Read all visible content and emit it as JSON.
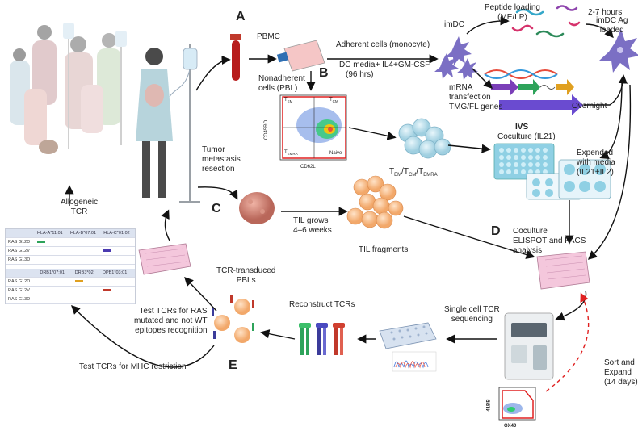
{
  "letters": {
    "A": "A",
    "B": "B",
    "C": "C",
    "D": "D",
    "E": "E"
  },
  "labels": {
    "pbmc": "PBMC",
    "adherent": "Adherent cells (monocyte)",
    "dc_media": "DC media+ IL4+GM-CSF",
    "dc_hours": "(96 hrs)",
    "imdc": "imDC",
    "peptide_loading_1": "Peptide loading",
    "peptide_loading_2": "(ME/LP)",
    "hours_2_7": "2-7 hours",
    "imdc_ag_1": "imDC Ag",
    "imdc_ag_2": "loaded",
    "mrna_1": "mRNA",
    "mrna_2": "transfection",
    "mrna_3": "TMG/FL genes",
    "overnight": "Overnight",
    "nonadherent_1": "Nonadherent",
    "nonadherent_2": "cells (PBL)",
    "tumor_1": "Tumor",
    "tumor_2": "metastasis",
    "tumor_3": "resection",
    "tem_tcm": "T",
    "ivs": "IVS",
    "coculture_il21": "Coculture (IL21)",
    "expended_1": "Expended",
    "expended_2": "with media",
    "expended_3": "(IL21+IL2)",
    "til_grows_1": "TIL grows",
    "til_grows_2": "4–6 weeks",
    "til_fragments": "TIL fragments",
    "coculture_d_1": "Coculture",
    "coculture_d_2": "ELISPOT and FACS",
    "coculture_d_3": "analysis",
    "allogeneic_1": "Allogeneic",
    "allogeneic_2": "TCR",
    "tcr_transduced_1": "TCR-transduced",
    "tcr_transduced_2": "PBLs",
    "reconstruct": "Reconstruct TCRs",
    "single_cell_1": "Single cell TCR",
    "single_cell_2": "sequencing",
    "test_ras_1": "Test TCRs for RAS",
    "test_ras_2": "mutated and not WT",
    "test_ras_3": "epitopes recognition",
    "test_mhc": "Test TCRs for MHC restriction",
    "sort_1": "Sort and",
    "sort_2": "Expand",
    "sort_3": "(14 days)"
  },
  "flow_plot": {
    "y_label": "CD45RO",
    "x_label": "CD62L",
    "q_tl": "T",
    "q_tl_sub": "EM",
    "q_tr": "T",
    "q_tr_sub": "CM",
    "q_bl": "T",
    "q_bl_sub": "EMRA",
    "q_br": "Naive"
  },
  "facs_plot": {
    "y_label": "41BB",
    "x_label": "OX40"
  },
  "t_subsets": {
    "em": "EM",
    "cm": "CM",
    "emra": "EMRA"
  },
  "hla_table_1": {
    "headers": [
      "",
      "HLA-A*11:01",
      "HLA-B*07:01",
      "HLA-C*01:02"
    ],
    "rows": [
      "RAS G12D",
      "RAS G12V",
      "RAS G13D"
    ]
  },
  "hla_table_2": {
    "headers": [
      "",
      "DRB1*07:01",
      "DRB3*02",
      "DPB1*03:01"
    ],
    "rows": [
      "RAS G12D",
      "RAS G12V",
      "RAS G13D"
    ]
  },
  "colors": {
    "dc": "#7b6fc4",
    "til": "#f0a060",
    "patient_gown": "#b7d4dc",
    "tumor": "#c87a68",
    "plate": "#8fd0e4",
    "red_dash": "#e02020"
  }
}
